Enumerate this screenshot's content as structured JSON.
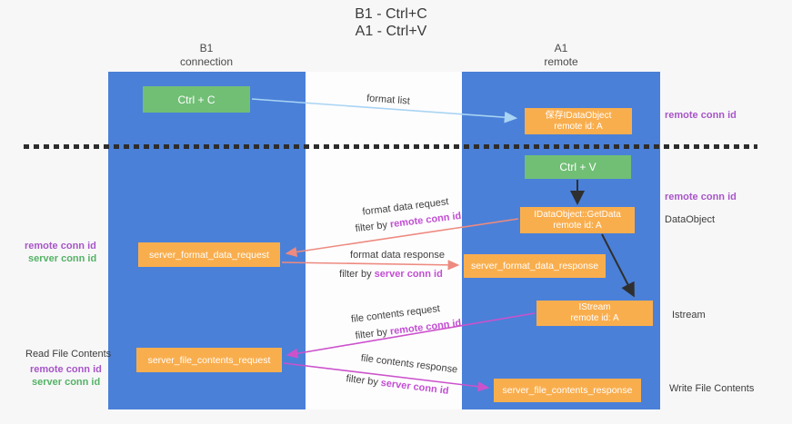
{
  "title": {
    "line1": "B1 - Ctrl+C",
    "line2": "A1 - Ctrl+V"
  },
  "columns": {
    "left": {
      "title": "B1",
      "subtitle": "connection"
    },
    "right": {
      "title": "A1",
      "subtitle": "remote"
    }
  },
  "nodes": {
    "ctrl_c": {
      "label": "Ctrl + C"
    },
    "ctrl_v": {
      "label": "Ctrl + V"
    },
    "save_idataobject": {
      "line1": "保存IDataObject",
      "line2": "remote id: A"
    },
    "idataobject_getdata": {
      "line1": "IDataObject::GetData",
      "line2": "remote id: A"
    },
    "istream": {
      "line1": "IStream",
      "line2": "remote id: A"
    },
    "server_format_data_request": {
      "label": "server_format_data_request"
    },
    "server_format_data_response": {
      "label": "server_format_data_response"
    },
    "server_file_contents_request": {
      "label": "server_file_contents_request"
    },
    "server_file_contents_response": {
      "label": "server_file_contents_response"
    }
  },
  "side_labels": {
    "right_remote_conn_id_1": "remote conn id",
    "right_remote_conn_id_2": "remote conn id",
    "data_object": "DataObject",
    "istream": "Istream",
    "write_file_contents": "Write File Contents",
    "read_file_contents": "Read File Contents",
    "left_remote_conn_id_1": "remote conn id",
    "left_server_conn_id_1": "server conn id",
    "left_remote_conn_id_2": "remote conn id",
    "left_server_conn_id_2": "server conn id"
  },
  "flow_labels": {
    "format_list": "format list",
    "format_data_request": "format data request",
    "format_data_response": "format data response",
    "file_contents_request": "file contents request",
    "file_contents_response": "file contents response",
    "filter_by": "filter by",
    "remote_conn_id": "remote conn id",
    "server_conn_id": "server conn id"
  },
  "colors": {
    "column_blue": "#4a80d8",
    "node_orange": "#f9ae4e",
    "node_green": "#71bf75",
    "arrow_light_blue": "#a9d4f3",
    "arrow_salmon": "#ee8a7f",
    "arrow_magenta": "#cc52cc",
    "arrow_black": "#2f2f2f",
    "label_purple": "#a855c8",
    "filter_purple": "#c24ed2",
    "label_green": "#55b265",
    "dashed_line": "#2d2d2d",
    "background": "#f7f7f8"
  }
}
